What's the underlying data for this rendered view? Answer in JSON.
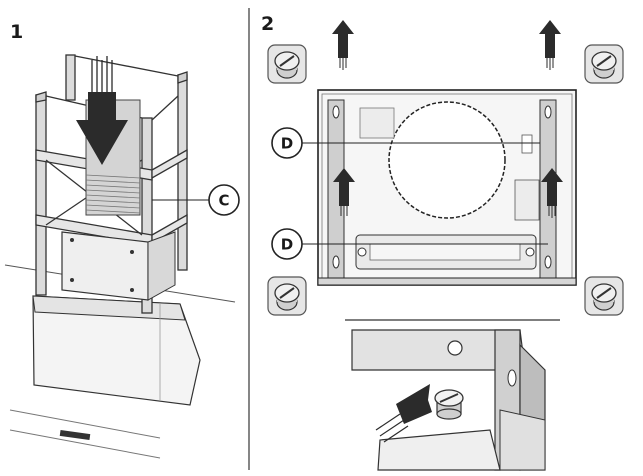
{
  "steps": [
    {
      "number": "1",
      "callouts": [
        {
          "letter": "C"
        }
      ]
    },
    {
      "number": "2",
      "callouts": [
        {
          "letter": "D"
        },
        {
          "letter": "D"
        }
      ]
    }
  ],
  "icons": {
    "arrow": "up-arrow-icon",
    "screw": "screw-icon",
    "airflow": "airflow-arrow-icon"
  },
  "colors": {
    "line": "#222222",
    "metal": "#d9d9d9",
    "metal_dark": "#b5b5b5",
    "arrow": "#2b2b2b",
    "screw_badge": "#e6e6e6"
  }
}
